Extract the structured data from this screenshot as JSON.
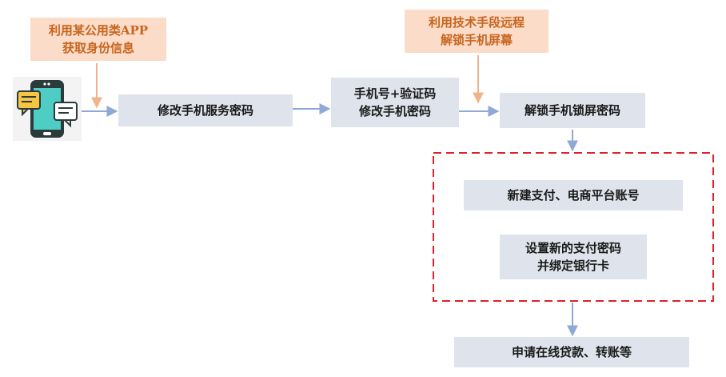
{
  "notes": {
    "left": [
      "利用某公用类APP",
      "获取身份信息"
    ],
    "right": [
      "利用技术手段远程",
      "解锁手机屏幕"
    ]
  },
  "steps": {
    "step1": "修改手机服务密码",
    "step2": [
      "手机号+验证码",
      "修改手机密码"
    ],
    "step3": "解锁手机锁屏密码",
    "group_step1": "新建支付、电商平台账号",
    "group_step2": [
      "设置新的支付密码",
      "并绑定银行卡"
    ],
    "final": "申请在线贷款、转账等"
  },
  "colors": {
    "box": "#dfe3eb",
    "note_fill": "#fbdcc8",
    "note_text": "#c8651e",
    "note_arrow": "#f0b48a",
    "flow_arrow": "#8fa9d6",
    "dashed_border": "#e0202a"
  },
  "icons": {
    "start": "smartphone-chat-icon"
  }
}
